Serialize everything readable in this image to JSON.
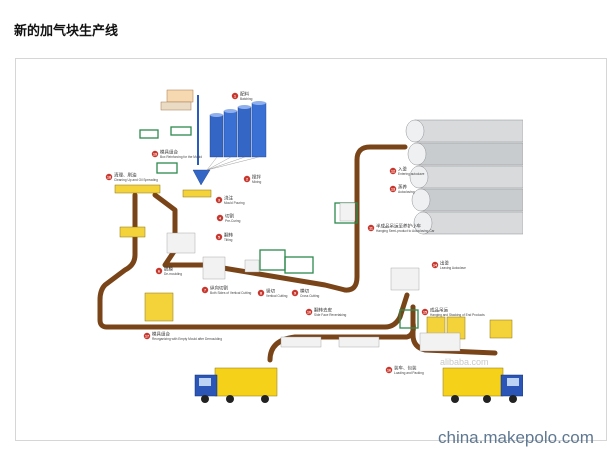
{
  "page_title": "新的加气块生产线",
  "watermark": "china.makepolo.com",
  "inner_watermark": "alibaba.com",
  "steps": [
    {
      "n": "1",
      "cn": "配料",
      "en": "Batching"
    },
    {
      "n": "2",
      "cn": "搅拌",
      "en": "Mixing"
    },
    {
      "n": "3",
      "cn": "浇注",
      "en": "Mould Pouring"
    },
    {
      "n": "4",
      "cn": "切割",
      "en": "Pre-Curing"
    },
    {
      "n": "5",
      "cn": "翻转",
      "en": "Tilting"
    },
    {
      "n": "6",
      "cn": "脱模",
      "en": "De-moulding"
    },
    {
      "n": "7",
      "cn": "纵向切割",
      "en": "Both Sides of Vertical Cutting"
    },
    {
      "n": "8",
      "cn": "竖切",
      "en": "Vertical Cutting"
    },
    {
      "n": "9",
      "cn": "横切",
      "en": "Cross Cutting"
    },
    {
      "n": "10",
      "cn": "翻转去皮",
      "en": "Side Face Revertaking"
    },
    {
      "n": "11",
      "cn": "半成品吊运至养护小车",
      "en": "Hanging Semi-product to Autoclaving Car"
    },
    {
      "n": "12",
      "cn": "入釜",
      "en": "Entering autoclave"
    },
    {
      "n": "13",
      "cn": "蒸养",
      "en": "Autoclaving"
    },
    {
      "n": "14",
      "cn": "出釜",
      "en": "Leaving Autoclave"
    },
    {
      "n": "15",
      "cn": "成品吊运",
      "en": "Hanging and Stacking of End Products"
    },
    {
      "n": "16",
      "cn": "装车、包装",
      "en": "Loading and Packing"
    },
    {
      "n": "17",
      "cn": "模具组合",
      "en": "Reorganizing with Empty Mould after Demoulding"
    },
    {
      "n": "18",
      "cn": "清理、刷油",
      "en": "Cleaning Up and Oil Spreading"
    },
    {
      "n": "19",
      "cn": "模具组合",
      "en": "Box Reinforcing for the Mould"
    }
  ]
}
